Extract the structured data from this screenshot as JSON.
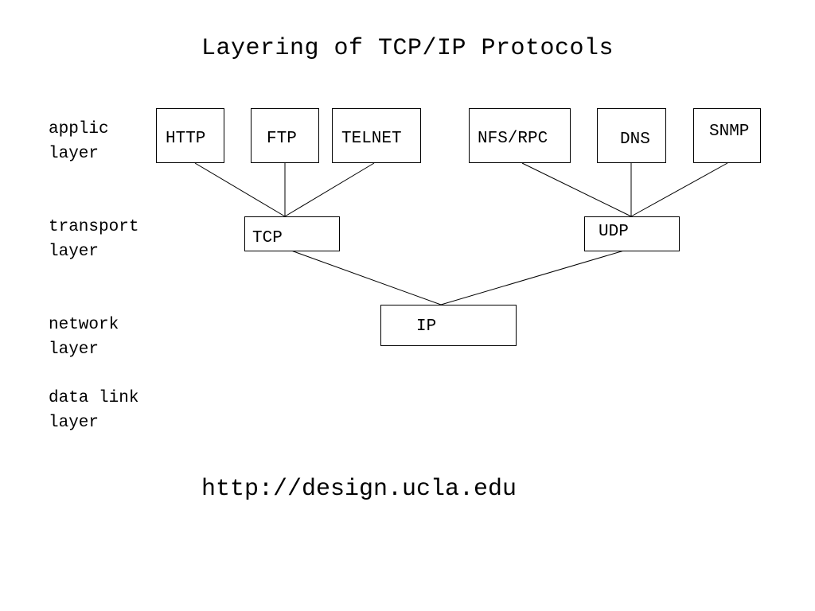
{
  "title": "Layering of TCP/IP Protocols",
  "layers": {
    "applic": "applic\nlayer",
    "transport": "transport\nlayer",
    "network": "network\nlayer",
    "datalink": "data link\nlayer"
  },
  "nodes": {
    "http": "HTTP",
    "ftp": "FTP",
    "telnet": "TELNET",
    "nfs_rpc": "NFS/RPC",
    "dns": "DNS",
    "snmp": "SNMP",
    "tcp": "TCP",
    "udp": "UDP",
    "ip": "IP"
  },
  "footer": "http://design.ucla.edu"
}
